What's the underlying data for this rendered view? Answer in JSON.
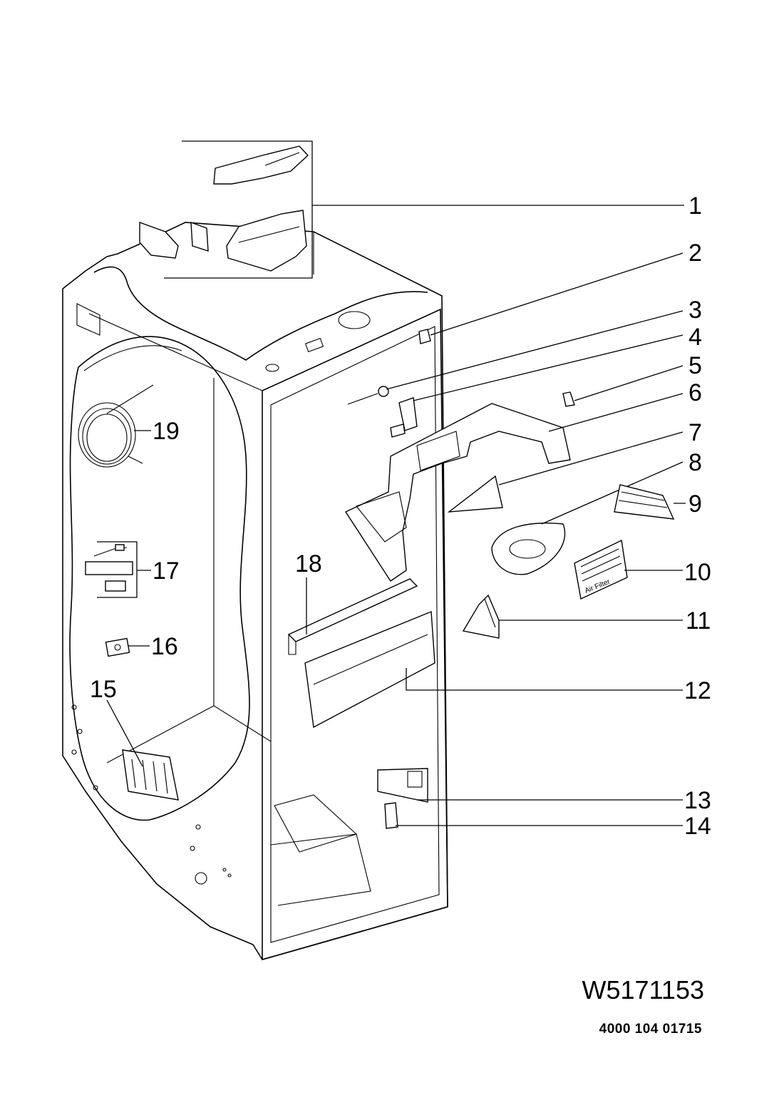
{
  "callouts": [
    {
      "id": "1",
      "label": "1"
    },
    {
      "id": "2",
      "label": "2"
    },
    {
      "id": "3",
      "label": "3"
    },
    {
      "id": "4",
      "label": "4"
    },
    {
      "id": "5",
      "label": "5"
    },
    {
      "id": "6",
      "label": "6"
    },
    {
      "id": "7",
      "label": "7"
    },
    {
      "id": "8",
      "label": "8"
    },
    {
      "id": "9",
      "label": "9"
    },
    {
      "id": "10",
      "label": "10"
    },
    {
      "id": "11",
      "label": "11"
    },
    {
      "id": "12",
      "label": "12"
    },
    {
      "id": "13",
      "label": "13"
    },
    {
      "id": "14",
      "label": "14"
    },
    {
      "id": "15",
      "label": "15"
    },
    {
      "id": "16",
      "label": "16"
    },
    {
      "id": "17",
      "label": "17"
    },
    {
      "id": "18",
      "label": "18"
    },
    {
      "id": "19",
      "label": "19"
    }
  ],
  "filter_panel_text": "Air Filter",
  "footer": {
    "part_number": "W5171153",
    "doc_code": "4000 104 01715"
  }
}
